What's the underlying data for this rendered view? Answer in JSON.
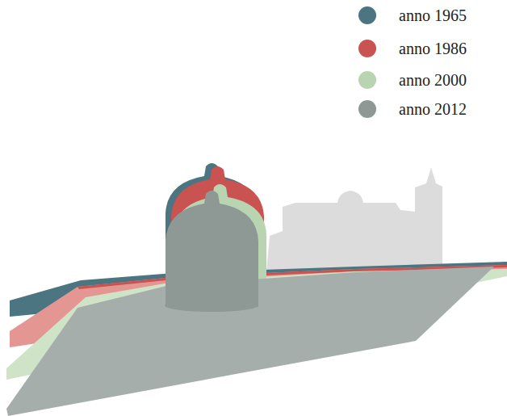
{
  "diagram": {
    "legend": [
      {
        "text": "anno 1965",
        "color": "#4b7580"
      },
      {
        "text": "anno 1986",
        "color": "#c95350"
      },
      {
        "text": "anno 2000",
        "color": "#b9d4b0"
      },
      {
        "text": "anno 2012",
        "color": "#8e9894"
      }
    ]
  }
}
